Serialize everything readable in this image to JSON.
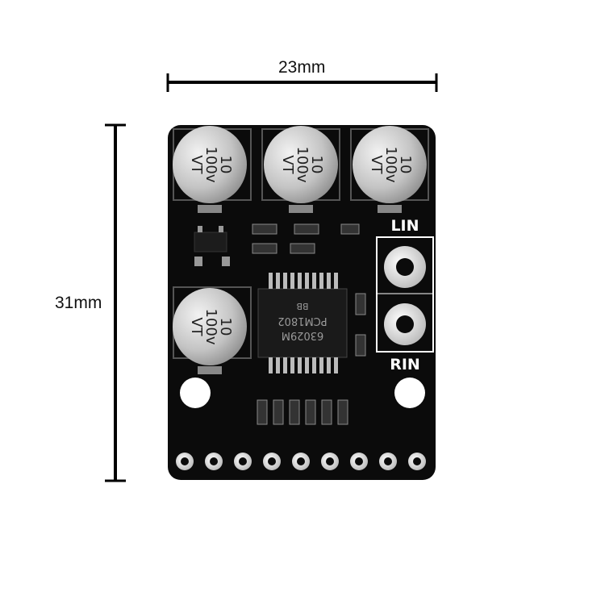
{
  "dimensions": {
    "width": "23mm",
    "height": "31mm"
  },
  "board": {
    "capacitor_text": {
      "line1": "10",
      "line2": "100v",
      "line3": "VT"
    },
    "chip": {
      "model": "PCM1802",
      "code": "63029M",
      "logo": "BB"
    },
    "jack_labels": {
      "left": "LIN",
      "right": "RIN"
    }
  },
  "colors": {
    "pcb": "#0b0b0b",
    "silkscreen": "#ffffff",
    "capacitor": "#c8c8c8",
    "pad": "#c9a64a"
  }
}
